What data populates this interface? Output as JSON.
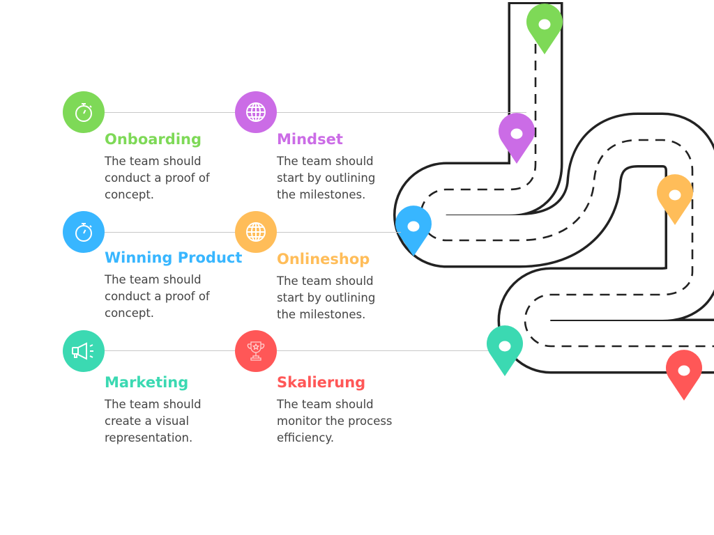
{
  "steps": [
    {
      "title": "Onboarding",
      "lines": [
        "The team should",
        "conduct a proof of",
        "concept."
      ],
      "color": "#7ED957",
      "icon": "stopwatch-icon"
    },
    {
      "title": "Mindset",
      "lines": [
        "The team should",
        "start by outlining",
        "the milestones."
      ],
      "color": "#CB6CE6",
      "icon": "globe-icon"
    },
    {
      "title": "Winning Product",
      "lines": [
        "The team should",
        "conduct a proof of",
        "concept."
      ],
      "color": "#38B6FF",
      "icon": "stopwatch-icon"
    },
    {
      "title": "Onlineshop",
      "lines": [
        "The team should",
        "start by outlining",
        "the milestones."
      ],
      "color": "#FFBD59",
      "icon": "globe-icon"
    },
    {
      "title": "Marketing",
      "lines": [
        "The team should",
        "create a visual",
        "representation."
      ],
      "color": "#3BD9B2",
      "icon": "megaphone-icon"
    },
    {
      "title": "Skalierung",
      "lines": [
        "The team should",
        "monitor the process",
        "efficiency."
      ],
      "color": "#FF5757",
      "icon": "trophy-icon"
    }
  ]
}
